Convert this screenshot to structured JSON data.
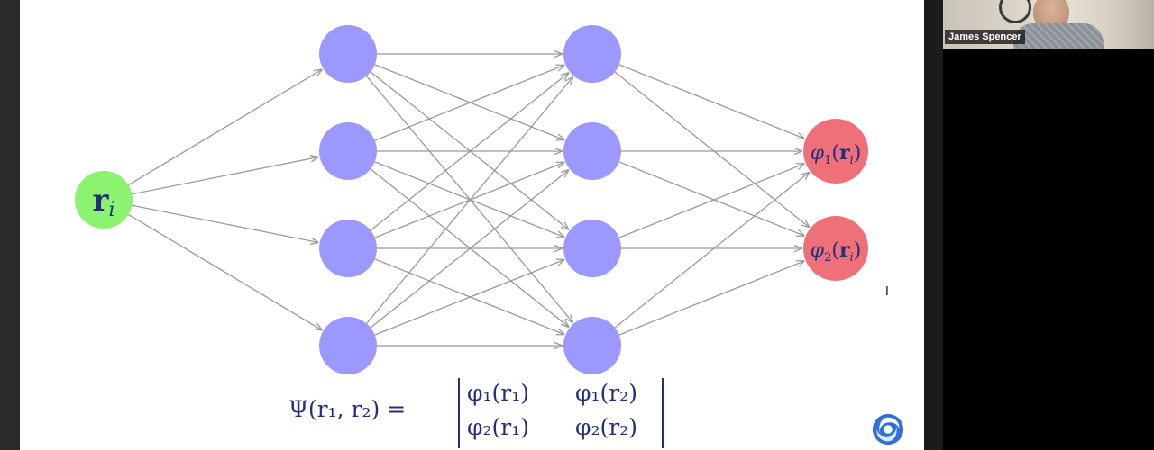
{
  "participant": {
    "name": "James Spencer"
  },
  "network": {
    "input_node": {
      "base": "r",
      "sub": "i"
    },
    "output_nodes": [
      {
        "func": "φ",
        "index": "1",
        "arg_base": "r",
        "arg_sub": "i"
      },
      {
        "func": "φ",
        "index": "2",
        "arg_base": "r",
        "arg_sub": "i"
      }
    ],
    "hidden_layer_1_count": 4,
    "hidden_layer_2_count": 4
  },
  "formula": {
    "lhs": "Ψ(r₁, r₂) =",
    "cells": [
      "φ₁(r₁)",
      "φ₁(r₂)",
      "φ₂(r₁)",
      "φ₂(r₂)"
    ]
  },
  "colors": {
    "input_node": "#8bf36f",
    "hidden_node": "#9b98ff",
    "output_node": "#ef7078",
    "math_text": "#232f7a",
    "edge": "#9a9a9a",
    "logo": "#2f6fd6"
  },
  "icons": {
    "logo": "deepmind-swirl-icon",
    "cursor": "text-cursor-icon"
  }
}
